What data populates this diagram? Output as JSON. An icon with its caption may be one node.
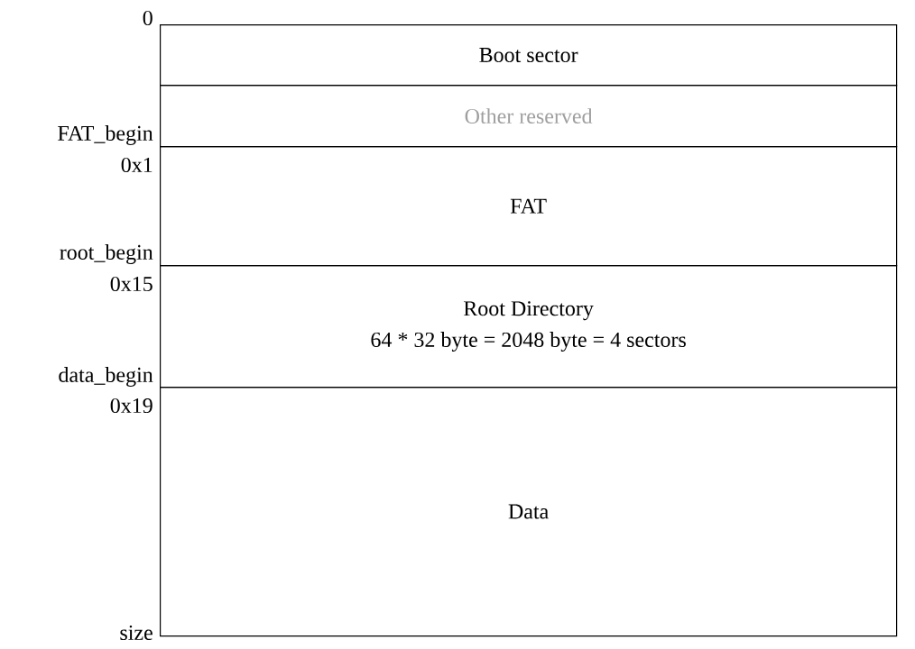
{
  "diagram": {
    "nodes": [
      {
        "text": [
          "Boot sector"
        ]
      },
      {
        "text": [
          "Other reserved"
        ]
      },
      {
        "text": [
          "FAT"
        ]
      },
      {
        "text": [
          "Root Directory",
          "64 * 32 byte = 2048 byte = 4 sectors"
        ]
      },
      {
        "text": [
          "Data"
        ]
      }
    ],
    "labels": [
      "0",
      "FAT_begin",
      "0x1",
      "root_begin",
      "0x15",
      "data_begin",
      "0x19",
      "size"
    ]
  }
}
